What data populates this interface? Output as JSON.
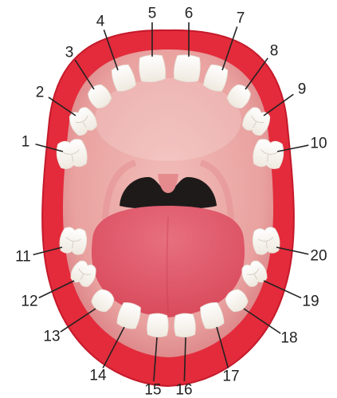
{
  "diagram": {
    "colors": {
      "lips": "#e32b3b",
      "lips_dark": "#c41a2b",
      "cavity": "#e9a2a0",
      "cavity_dark": "#d97e82",
      "palate": "#f1bcb8",
      "throat": "#1e1a1a",
      "uvula": "#e58b8e",
      "tongue": "#d94a5c",
      "tongue_light": "#e7707f",
      "tooth": "#fdfbf6",
      "label": "#222222"
    },
    "teeth": [
      {
        "number": "1",
        "arch": "upper",
        "kind": "molar"
      },
      {
        "number": "2",
        "arch": "upper",
        "kind": "molar"
      },
      {
        "number": "3",
        "arch": "upper",
        "kind": "canine"
      },
      {
        "number": "4",
        "arch": "upper",
        "kind": "incisor"
      },
      {
        "number": "5",
        "arch": "upper",
        "kind": "incisor"
      },
      {
        "number": "6",
        "arch": "upper",
        "kind": "incisor"
      },
      {
        "number": "7",
        "arch": "upper",
        "kind": "incisor"
      },
      {
        "number": "8",
        "arch": "upper",
        "kind": "canine"
      },
      {
        "number": "9",
        "arch": "upper",
        "kind": "molar"
      },
      {
        "number": "10",
        "arch": "upper",
        "kind": "molar"
      },
      {
        "number": "11",
        "arch": "lower",
        "kind": "molar"
      },
      {
        "number": "12",
        "arch": "lower",
        "kind": "molar"
      },
      {
        "number": "13",
        "arch": "lower",
        "kind": "canine"
      },
      {
        "number": "14",
        "arch": "lower",
        "kind": "incisor"
      },
      {
        "number": "15",
        "arch": "lower",
        "kind": "incisor"
      },
      {
        "number": "16",
        "arch": "lower",
        "kind": "incisor"
      },
      {
        "number": "17",
        "arch": "lower",
        "kind": "incisor"
      },
      {
        "number": "18",
        "arch": "lower",
        "kind": "canine"
      },
      {
        "number": "19",
        "arch": "lower",
        "kind": "molar"
      },
      {
        "number": "20",
        "arch": "lower",
        "kind": "molar"
      }
    ]
  }
}
